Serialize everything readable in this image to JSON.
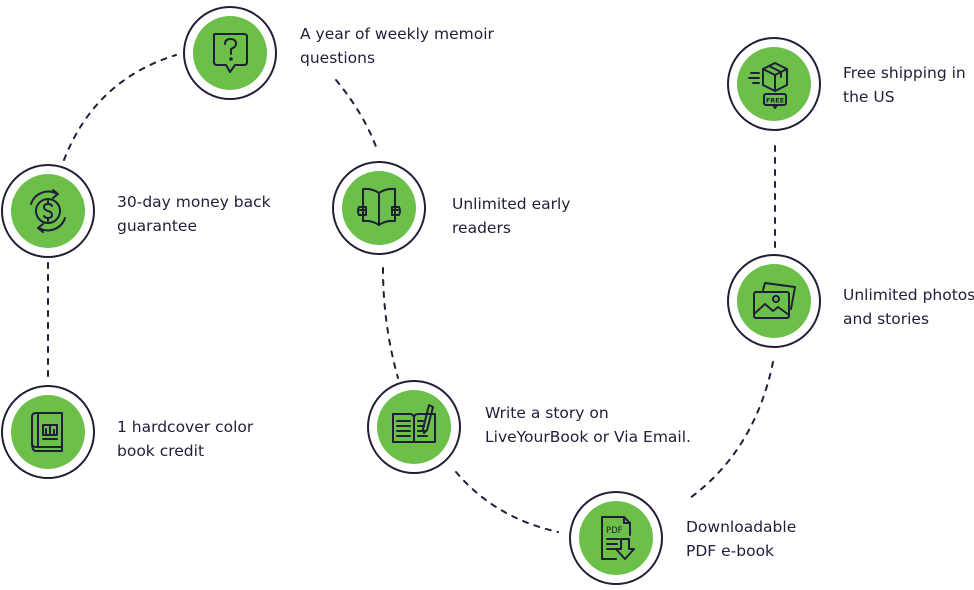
{
  "features": [
    {
      "line1": "A year of weekly memoir",
      "line2": "questions",
      "icon": "question-bubble-icon"
    },
    {
      "line1": "30-day money back",
      "line2": "guarantee",
      "icon": "money-back-icon"
    },
    {
      "line1": "Unlimited early",
      "line2": "readers",
      "icon": "reader-book-icon"
    },
    {
      "line1": "1 hardcover color",
      "line2": "book credit",
      "icon": "hardcover-book-icon"
    },
    {
      "line1": "Write a story on",
      "line2": "LiveYourBook or Via Email.",
      "icon": "notebook-pencil-icon"
    },
    {
      "line1": "Downloadable",
      "line2": "PDF e-book",
      "icon": "pdf-download-icon",
      "icon_text": "PDF"
    },
    {
      "line1": "Free shipping in",
      "line2": "the US",
      "icon": "free-shipping-box-icon",
      "icon_text": "FREE"
    },
    {
      "line1": "Unlimited photos",
      "line2": "and stories",
      "icon": "photos-icon"
    }
  ],
  "colors": {
    "accent": "#6cc04a",
    "ink": "#1f1f38"
  }
}
